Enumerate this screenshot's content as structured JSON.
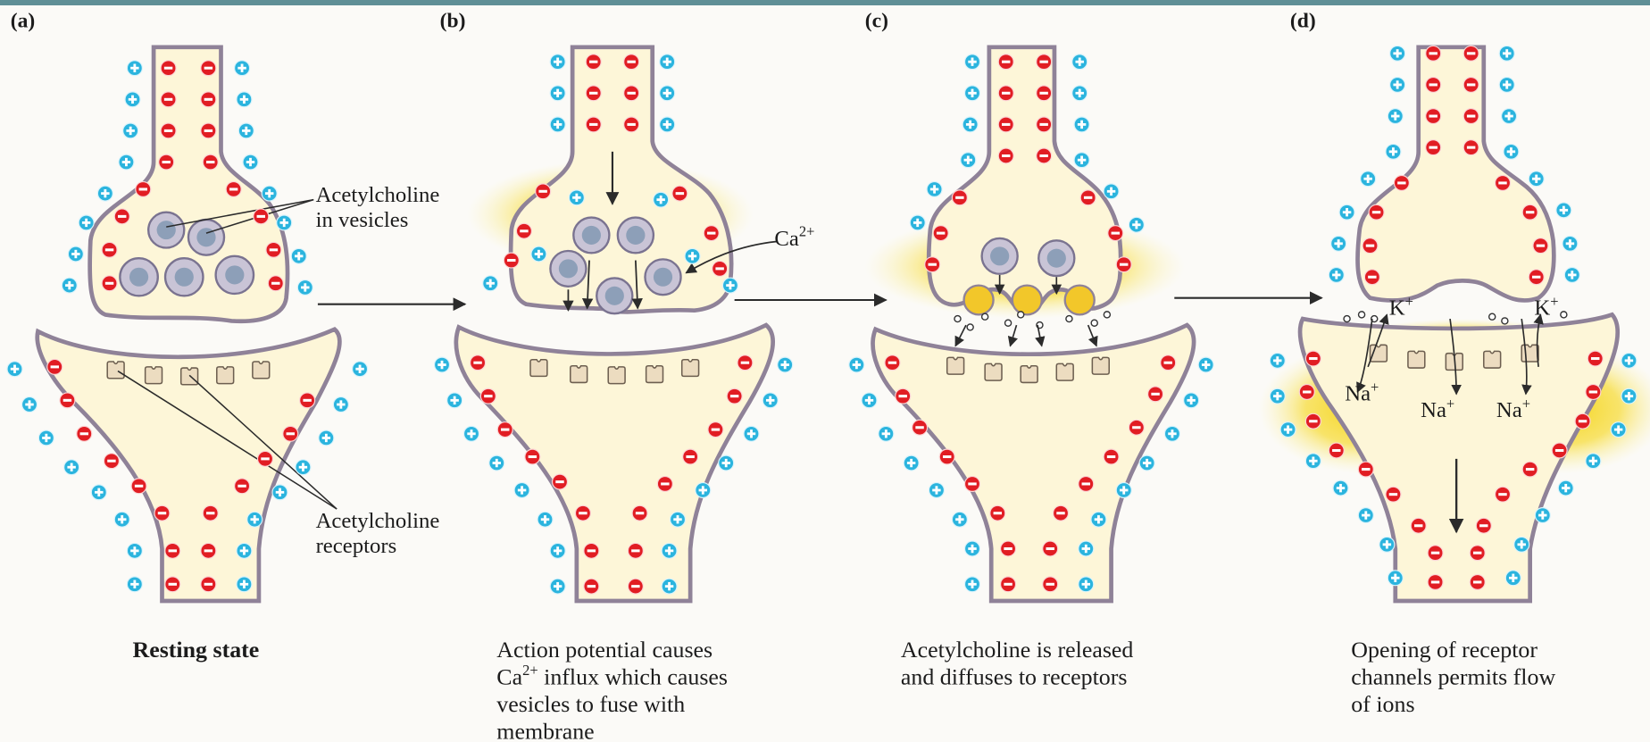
{
  "panels": [
    {
      "letter": "(a)",
      "caption": [
        "Resting state"
      ],
      "labels": {
        "vesicles": [
          "Acetylcholine",
          "in vesicles"
        ],
        "receptors": [
          "Acetylcholine",
          "receptors"
        ]
      }
    },
    {
      "letter": "(b)",
      "caption": [
        "Action potential causes",
        "Ca",
        "2+",
        " influx which causes",
        "vesicles to fuse with",
        "membrane"
      ],
      "labels": {
        "calcium": "Ca",
        "calcium_sup": "2+"
      }
    },
    {
      "letter": "(c)",
      "caption": [
        "Acetylcholine is released",
        "and diffuses to receptors"
      ]
    },
    {
      "letter": "(d)",
      "caption": [
        "Opening of receptor",
        "channels permits flow",
        "of ions"
      ],
      "labels": {
        "potassium": "K",
        "potassium_sup": "+",
        "sodium": "Na",
        "sodium_sup": "+"
      }
    }
  ],
  "colors": {
    "cytoplasm": "#fdf6d8",
    "membrane": "#8f8298",
    "positive_ion": "#2bb4de",
    "negative_ion": "#e11d23",
    "glow": "#f4d20e",
    "vesicle": "#c9c4d6",
    "arrow": "#2b2b2b"
  },
  "icons": [
    "positive-ion-icon",
    "negative-ion-icon",
    "vesicle-icon",
    "receptor-icon",
    "flow-arrow-icon"
  ]
}
